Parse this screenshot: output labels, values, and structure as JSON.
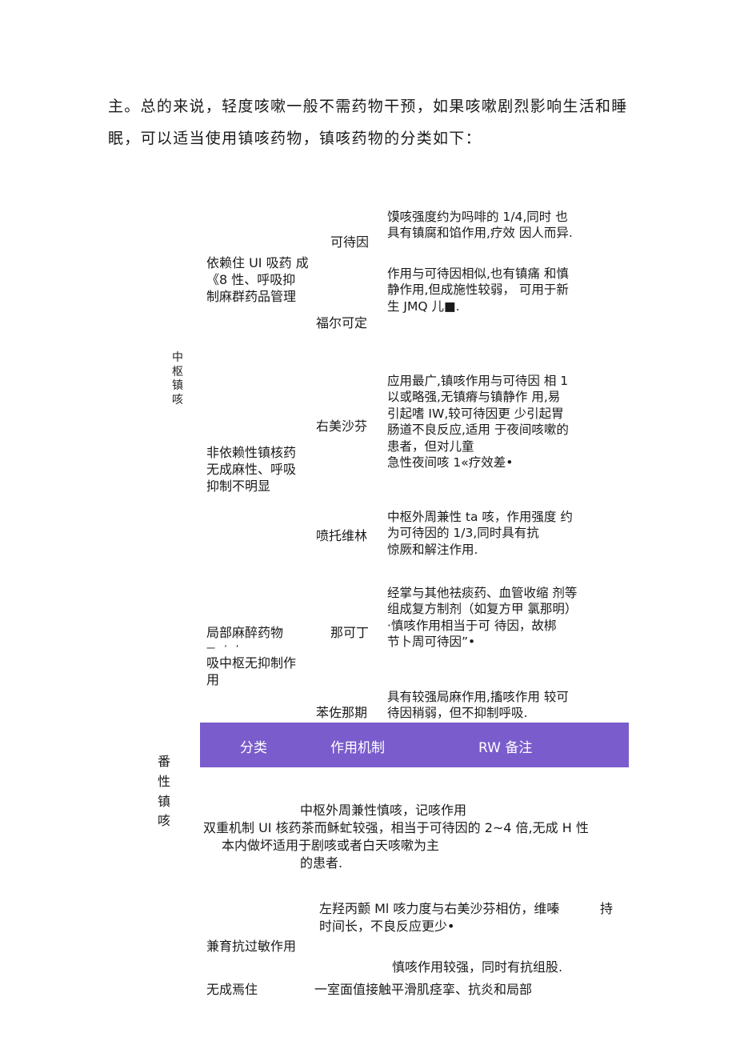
{
  "intro": {
    "line1": "主。总的来说，轻度咳嗽一般不需药物干预，如果咳嗽剧烈影响生活和睡",
    "line2": "眠，可以适当使用镇咳药物，镇咳药物的分类如下："
  },
  "side_labels": {
    "central": "中\n枢\n镇\n咳",
    "peripheral": "番\n性\n镇\n咳"
  },
  "categories": {
    "dependent": "依赖住 UI 吸药 成\n《8 性、呼吸抑\n制麻群药品管理",
    "nondependent": "非依赖性镇核药\n无成麻性、呼吸\n抑制不明显",
    "local_anesthetic": "局部麻醉药物",
    "local_anesthetic_dash": "一 ' '",
    "local_anesthetic_note": "吸中枢无抑制作\n用",
    "allergy": "兼育抗过敏作用",
    "nonaddictive": "无成焉住"
  },
  "drugs": {
    "codeine": "可待因",
    "pholcodine": "福尔可定",
    "dextromethorphan": "右美沙芬",
    "pentoxyverine": "喷托维林",
    "narcotine": "那可丁",
    "benzonatate": "苯佐那期"
  },
  "notes": {
    "codeine": "馍咳强度约为吗啡的 1/4,同时 也\n具有镇腐和馅作用,疗效 因人而异.",
    "pholcodine": "作用与可待因相似,也有镇痛 和慎\n静作用,但成施性较弱， 可用于新\n生 JMQ 儿■.",
    "dextromethorphan": "应用最广,镇咳作用与可待因 相 1\n以或略强,无镇瘠与镇静作 用,易\n引起嗜 IW,较可待因更 少引起胃\n肠道不良反应,适用 于夜间咳嗽的\n患者，但对儿童\n急性夜间咳 1«疗效差•",
    "pentoxyverine": "中枢外周兼性 ta 咳，作用强度 约\n为可待因的 1/3,同时具有抗\n惊厥和解注作用.",
    "narcotine": "经掌与其他祛痰药、血管收缩 剂等\n组成复方制剂（如复方甲 氯那明）\n·慎咳作用相当于可 待因，故梆\n节卜周可待因”•",
    "benzonatate": "具有较强局麻作用,搐咳作用 较可\n待因稍弱，但不抑制呼吸."
  },
  "table_header": {
    "col1": "分类",
    "col2": "作用机制",
    "col3": "RW  备注"
  },
  "dual": {
    "line1": "中枢外周兼性慎咳，记咳作用",
    "line2": "双重机制 UI 核药茶而稣虻较强，相当于可待因的 2~4 倍,无成 H 性",
    "line3": "本内做坏适用于剧咳或者白天咳嗽为主",
    "line4": "的患者."
  },
  "levo": {
    "line1": "左羟丙颤 Ml 咳力度与右美沙芬相仿，维嗪",
    "line1_tail": "持",
    "line2": "时间长，不良反应更少•"
  },
  "last": {
    "line1": "慎咳作用较强，同时有抗组股.",
    "line2": "一室面值接触平滑肌痉挛、抗炎和局部"
  },
  "colors": {
    "header_bar": "#7a5ccc",
    "header_text": "#ffffff",
    "text": "#1a1a1a"
  }
}
